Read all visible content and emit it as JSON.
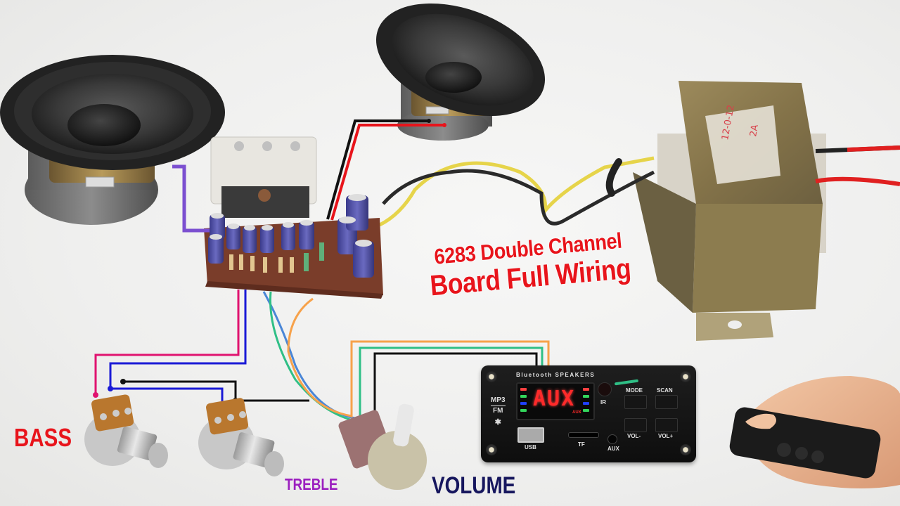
{
  "title": {
    "line1": "6283 Double Channel",
    "line2": "Board Full Wiring",
    "color": "#e8141b"
  },
  "labels": {
    "bass": "BASS",
    "treble": "TREBLE",
    "volume": "VOLUME"
  },
  "label_colors": {
    "bass": "#e8141b",
    "treble": "#9b1fbf",
    "volume": "#17175e"
  },
  "mp3_module": {
    "header": "Bluetooth SPEAKERS",
    "display": "AUX",
    "display_sub": "AUX",
    "mp3": "MP3",
    "fm": "FM",
    "bluetooth_icon": "bluetooth-icon",
    "ir": "IR",
    "buttons": [
      "MODE",
      "SCAN",
      "VOL-",
      "VOL+"
    ],
    "ports": [
      "USB",
      "TF",
      "AUX"
    ]
  },
  "transformer": {
    "label": "12-0-12 2A"
  },
  "components": {
    "speaker_left": "speaker",
    "speaker_top": "speaker",
    "amp_board": "TDA7297 6283 amplifier board",
    "remote": "remote control"
  },
  "wire_colors": {
    "pink": "#e0136f",
    "blue": "#1a1ad6",
    "black": "#111111",
    "purple": "#7b4fd0",
    "red": "#e8141b",
    "orange": "#f7a24b",
    "green": "#2fbf86",
    "yellow": "#e6d44a"
  }
}
